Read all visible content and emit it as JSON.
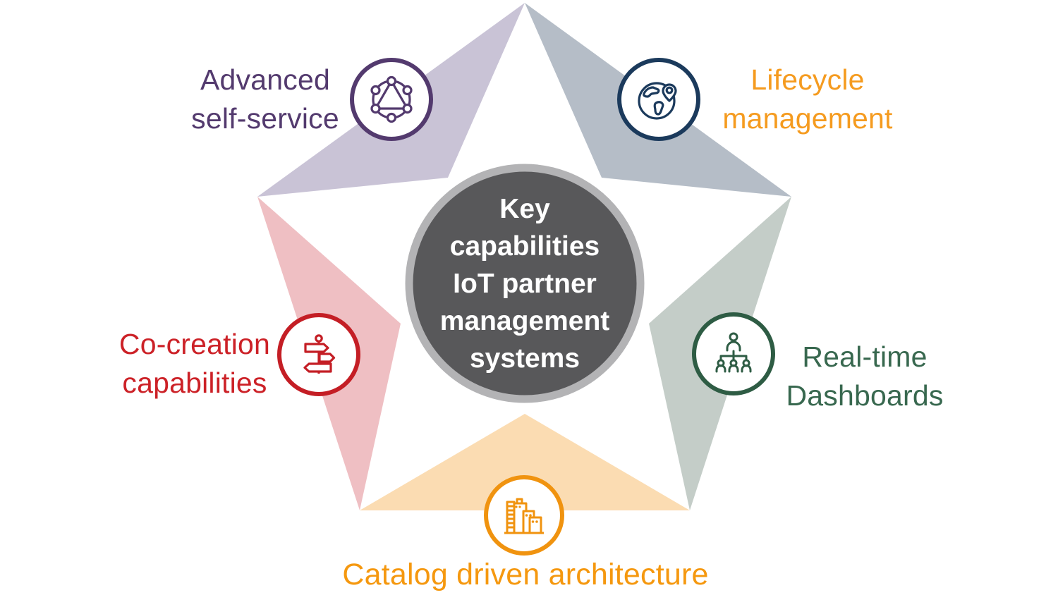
{
  "canvas_bg": "#ffffff",
  "center": {
    "lines": [
      "Key",
      "capabilities",
      "IoT partner",
      "management",
      "systems"
    ],
    "label": "Key capabilities IoT partner management systems",
    "bg_color": "#58585a",
    "ring_color": "#b3b3b5",
    "text_color": "#ffffff"
  },
  "capabilities": [
    {
      "label": "Advanced self-service",
      "lines": [
        "Advanced",
        "self-service"
      ],
      "icon": "network-icon",
      "text_color": "#533a6e",
      "icon_color": "#533a6e",
      "band_color": "#c9c3d6"
    },
    {
      "label": "Lifecycle management",
      "lines": [
        "Lifecycle",
        "management"
      ],
      "icon": "globe-pin-icon",
      "text_color": "#f59b1f",
      "icon_color": "#1b3a5c",
      "band_color": "#b5bdc7"
    },
    {
      "label": "Real-time Dashboards",
      "lines": [
        "Real-time",
        "Dashboards"
      ],
      "icon": "org-chart-icon",
      "text_color": "#38684f",
      "icon_color": "#2e5c44",
      "band_color": "#c4cdc8"
    },
    {
      "label": "Catalog driven architecture",
      "lines": [
        "Catalog driven architecture"
      ],
      "icon": "buildings-icon",
      "text_color": "#f5980f",
      "icon_color": "#f0930f",
      "band_color": "#fbdcb2"
    },
    {
      "label": "Co-creation capabilities",
      "lines": [
        "Co-creation",
        "capabilities"
      ],
      "icon": "signpost-icon",
      "text_color": "#cc2127",
      "icon_color": "#c41e25",
      "band_color": "#efbfc3"
    }
  ]
}
